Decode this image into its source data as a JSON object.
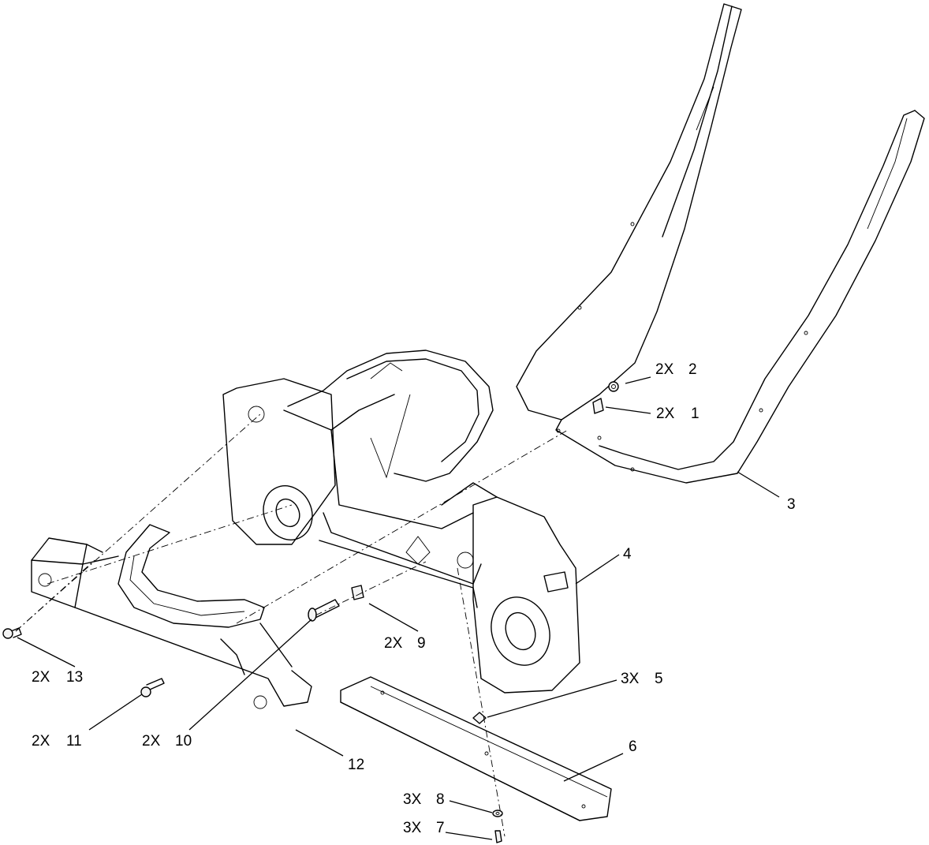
{
  "callouts": [
    {
      "id": "c1",
      "qty": "2X",
      "num": "1"
    },
    {
      "id": "c2",
      "qty": "2X",
      "num": "2"
    },
    {
      "id": "c3",
      "qty": "",
      "num": "3"
    },
    {
      "id": "c4",
      "qty": "",
      "num": "4"
    },
    {
      "id": "c5",
      "qty": "3X",
      "num": "5"
    },
    {
      "id": "c6",
      "qty": "",
      "num": "6"
    },
    {
      "id": "c7",
      "qty": "3X",
      "num": "7"
    },
    {
      "id": "c8",
      "qty": "3X",
      "num": "8"
    },
    {
      "id": "c9",
      "qty": "2X",
      "num": "9"
    },
    {
      "id": "c10",
      "qty": "2X",
      "num": "10"
    },
    {
      "id": "c11",
      "qty": "2X",
      "num": "11"
    },
    {
      "id": "c12",
      "qty": "",
      "num": "12"
    },
    {
      "id": "c13",
      "qty": "2X",
      "num": "13"
    }
  ]
}
